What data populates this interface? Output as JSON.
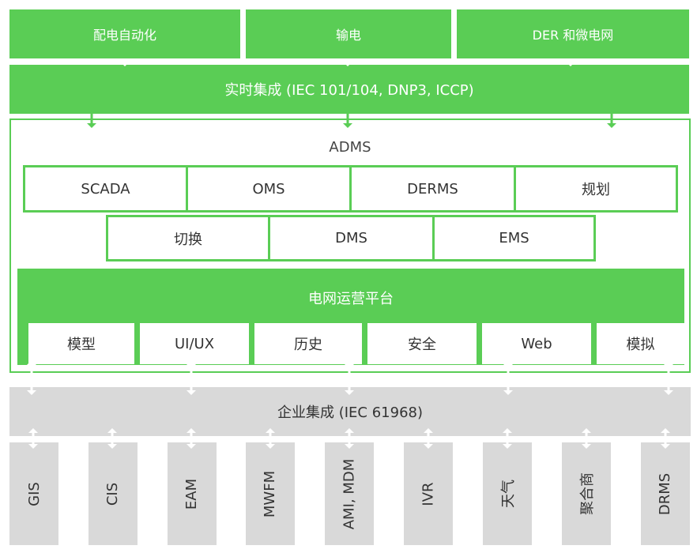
{
  "top_row": [
    "配电自动化",
    "输电",
    "DER 和微电网"
  ],
  "integration_bar": "实时集成 (IEC 101/104, DNP3, ICCP)",
  "adms": {
    "title": "ADMS",
    "row1": [
      "SCADA",
      "OMS",
      "DERMS",
      "规划"
    ],
    "row2": [
      "切换",
      "DMS",
      "EMS"
    ]
  },
  "platform": {
    "title": "电网运营平台",
    "tabs": [
      "模型",
      "UI/UX",
      "历史",
      "安全",
      "Web",
      "模拟"
    ]
  },
  "enterprise_bar": "企业集成 (IEC 61968)",
  "systems": [
    "GIS",
    "CIS",
    "EAM",
    "MWFM",
    "AMI, MDM",
    "IVR",
    "天气",
    "聚合商",
    "DRMS"
  ],
  "colors": {
    "green": "#5acd55",
    "grey": "#d9d9d9"
  }
}
